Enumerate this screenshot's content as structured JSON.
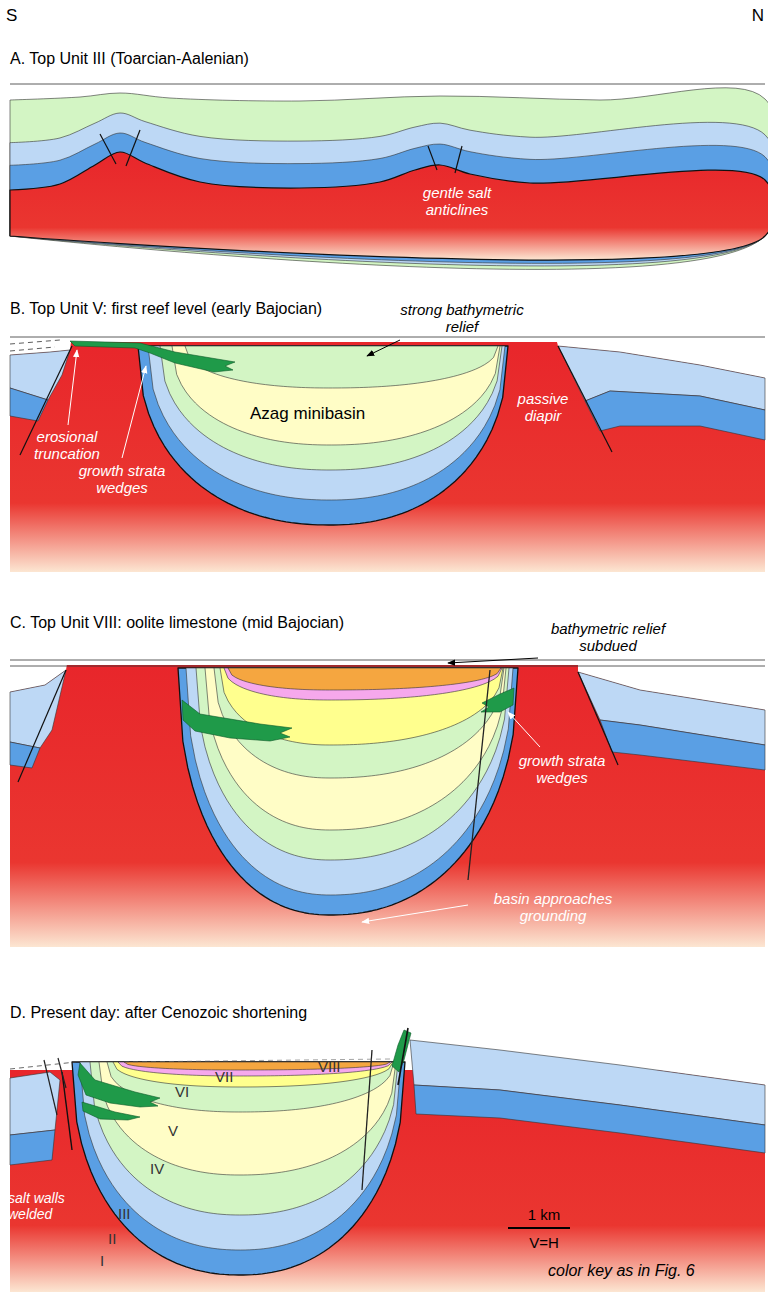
{
  "diagram": {
    "labels": [
      "S",
      "N",
      "A. Top Unit III (Toarcian-Aalenian)",
      "gentle salt anticlines",
      "B. Top Unit V: first reef level (early Bajocian)",
      "strong bathymetric relief",
      "Azag minibasin",
      "erosional truncation",
      "growth strata wedges",
      "passive diapir",
      "C. Top Unit VIII: oolite limestone (mid Bajocian)",
      "bathymetric relief subdued",
      "growth strata wedges",
      "basin approaches grounding",
      "D. Present day: after Cenozoic shortening",
      "salt walls welded",
      "VIII",
      "VII",
      "VI",
      "V",
      "IV",
      "III",
      "II",
      "I",
      "1 km",
      "V=H",
      "color key as in Fig. 6"
    ]
  }
}
